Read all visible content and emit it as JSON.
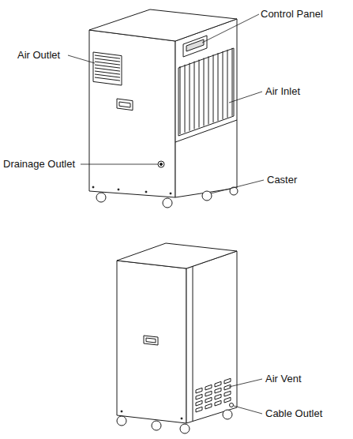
{
  "diagram": {
    "labels": [
      "Control Panel",
      "Air Outlet",
      "Air Inlet",
      "Drainage Outlet",
      "Caster",
      "Air Vent",
      "Cable Outlet"
    ]
  }
}
